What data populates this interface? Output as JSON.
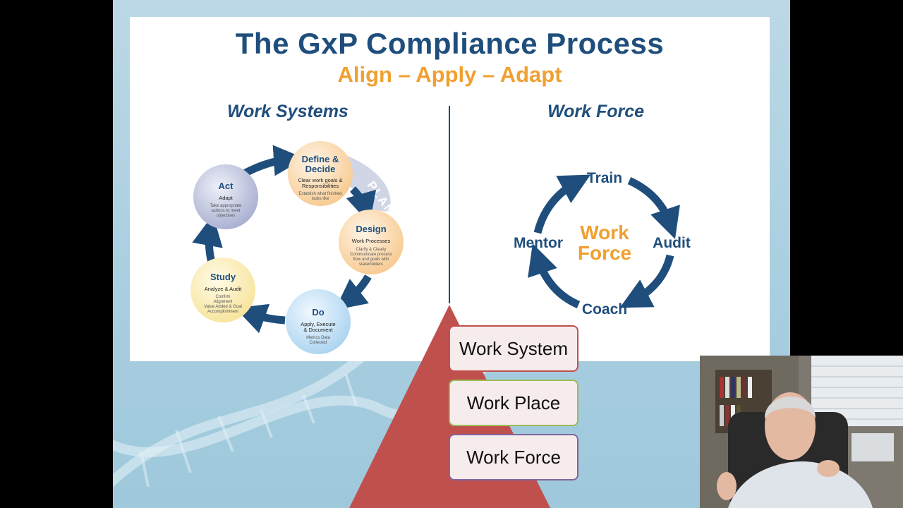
{
  "slide": {
    "title": "The GxP Compliance Process",
    "subtitle": "Align – Apply – Adapt"
  },
  "work_systems": {
    "heading": "Work Systems",
    "plan_label": "PLAN",
    "nodes": [
      {
        "name": "Define & Decide",
        "title_lines": [
          "Define &",
          "Decide"
        ],
        "lines": [
          "Clear work goals &",
          "Responsibilities"
        ],
        "sub": [
          "Establish what finished",
          "looks like"
        ]
      },
      {
        "name": "Design",
        "title_lines": [
          "Design"
        ],
        "lines": [
          "Work Processes"
        ],
        "sub": [
          "Clarify & Clearly",
          "Communicate process",
          "flow and goals with",
          "stakeholders"
        ]
      },
      {
        "name": "Do",
        "title_lines": [
          "Do"
        ],
        "lines": [
          "Apply, Execute",
          "& Document"
        ],
        "sub": [
          "Metrics Data",
          "Collected"
        ]
      },
      {
        "name": "Study",
        "title_lines": [
          "Study"
        ],
        "lines": [
          "Analyze & Audit"
        ],
        "sub": [
          "Confirm",
          "Alignment",
          "Value Added & Goal",
          "Accomplishment"
        ]
      },
      {
        "name": "Act",
        "title_lines": [
          "Act"
        ],
        "lines": [
          "Adapt"
        ],
        "sub": [
          "Take appropriate",
          "actions to meet",
          "objectives"
        ]
      }
    ]
  },
  "work_force": {
    "heading": "Work Force",
    "center_lines": [
      "Work",
      "Force"
    ],
    "labels": [
      "Train",
      "Audit",
      "Coach",
      "Mentor"
    ]
  },
  "pyramid": {
    "tiers": [
      "Work System",
      "Work Place",
      "Work Force"
    ]
  },
  "colors": {
    "navy": "#1f4e7c",
    "orange": "#f0a030",
    "pyramid_red": "#c0504d",
    "tier_border_1": "#c0504d",
    "tier_border_2": "#9bbb59",
    "tier_border_3": "#8064a2"
  }
}
